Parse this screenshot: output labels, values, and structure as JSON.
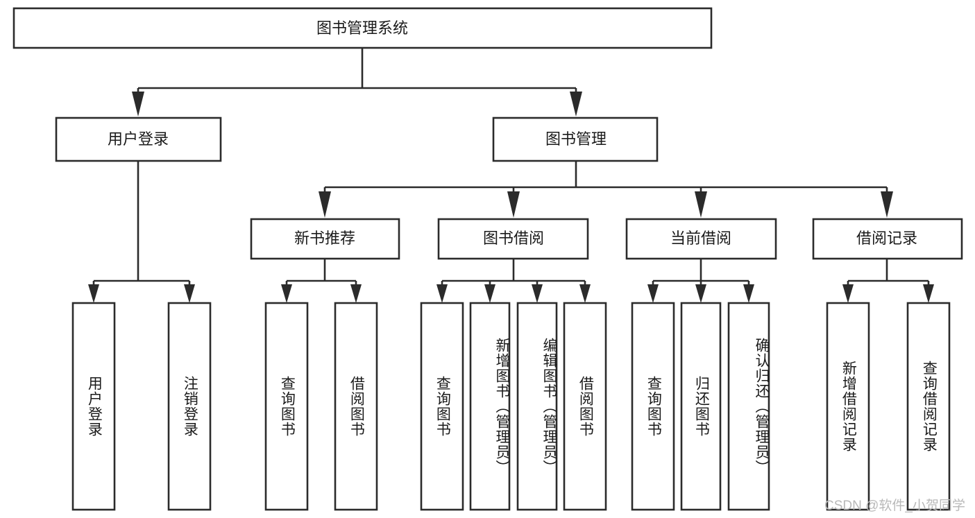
{
  "diagram": {
    "title": "图书管理系统",
    "type": "hierarchy-tree",
    "watermark": "CSDN @软件_小贺同学",
    "colors": {
      "background": "#ffffff",
      "box_border": "#2b2b2b",
      "box_fill": "#ffffff",
      "text": "#1a1a1a",
      "watermark": "#b9b9b9"
    },
    "root": {
      "label": "图书管理系统"
    },
    "level2": [
      {
        "label": "用户登录"
      },
      {
        "label": "图书管理"
      }
    ],
    "level3": [
      {
        "label": "新书推荐"
      },
      {
        "label": "图书借阅"
      },
      {
        "label": "当前借阅"
      },
      {
        "label": "借阅记录"
      }
    ],
    "leaves": {
      "user_login": [
        {
          "label": "用户登录"
        },
        {
          "label": "注销登录"
        }
      ],
      "new_book_recommend": [
        {
          "label": "查询图书"
        },
        {
          "label": "借阅图书"
        }
      ],
      "book_borrow": [
        {
          "label": "查询图书"
        },
        {
          "label": "新增图书（管理员）"
        },
        {
          "label": "编辑图书（管理员）"
        },
        {
          "label": "借阅图书"
        }
      ],
      "current_borrow": [
        {
          "label": "查询图书"
        },
        {
          "label": "归还图书"
        },
        {
          "label": "确认归还（管理员）"
        }
      ],
      "borrow_record": [
        {
          "label": "新增借阅记录"
        },
        {
          "label": "查询借阅记录"
        }
      ]
    }
  }
}
